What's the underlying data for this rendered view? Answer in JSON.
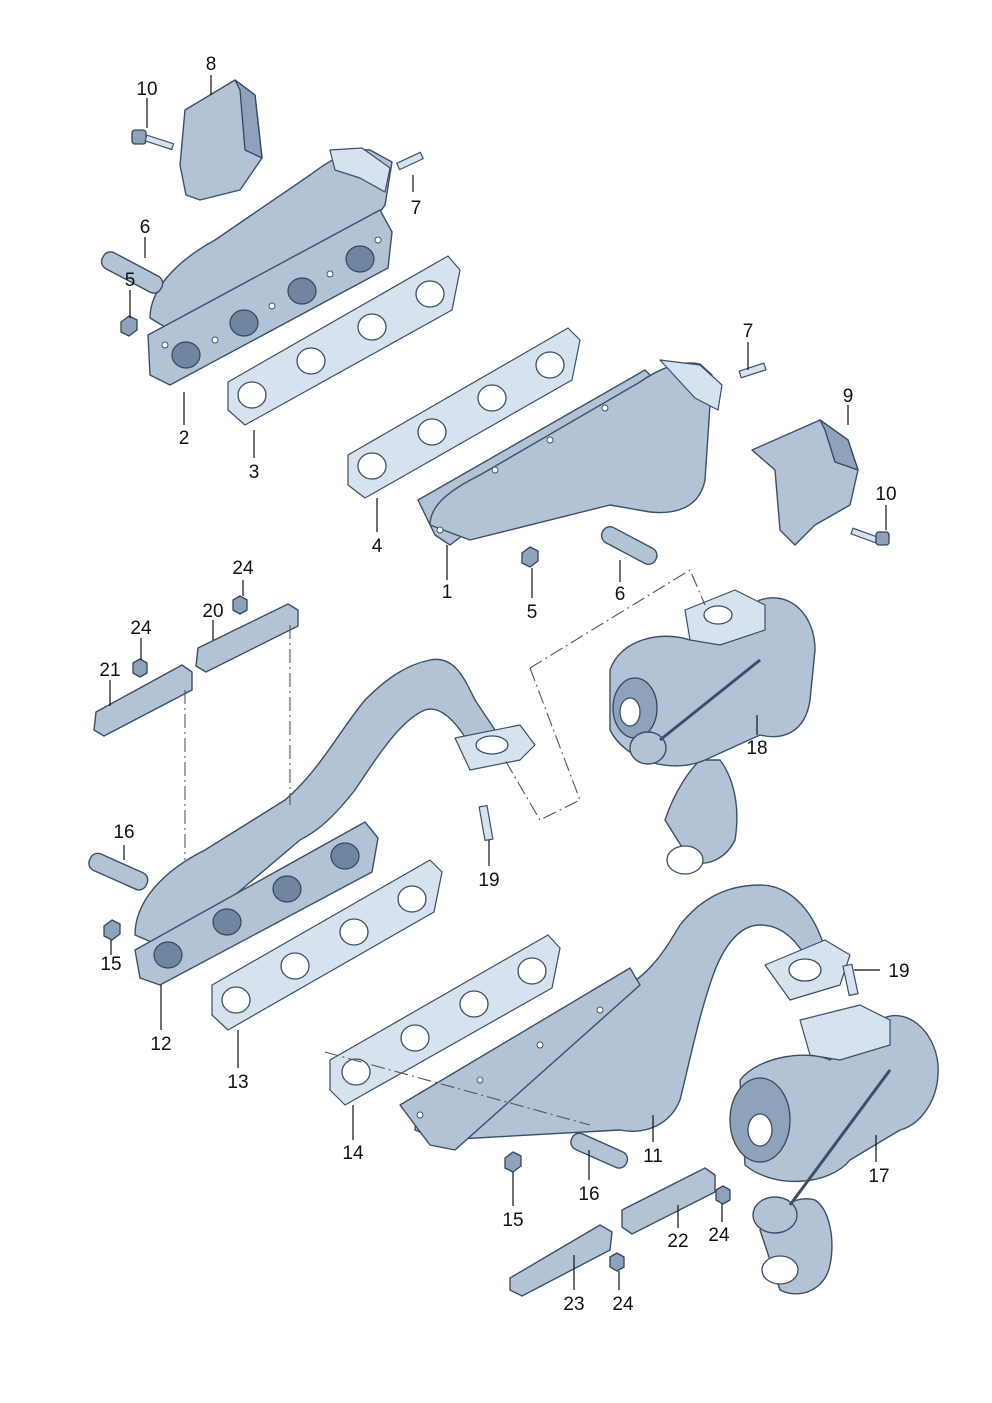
{
  "diagram": {
    "labels": [
      "1",
      "2",
      "3",
      "4",
      "5",
      "6",
      "7",
      "8",
      "9",
      "10",
      "11",
      "12",
      "13",
      "14",
      "15",
      "16",
      "17",
      "18",
      "19",
      "20",
      "21",
      "22",
      "23",
      "24"
    ]
  },
  "colors": {
    "metal_fill": "#b3c3d6",
    "metal_outline": "#3d4f66",
    "label_text": "#111111",
    "background": "#ffffff"
  }
}
